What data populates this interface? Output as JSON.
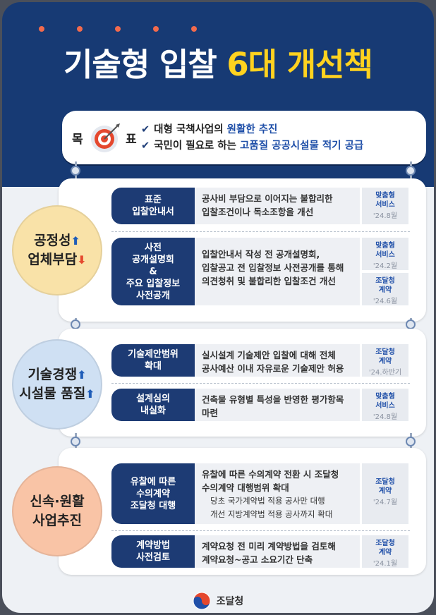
{
  "header": {
    "title_part1": "기술형 입찰",
    "title_part2": "6대 개선책"
  },
  "goal": {
    "label_left": "목",
    "label_right": "표",
    "line1_pre": "대형 국책사업의 ",
    "line1_em": "원활한 추진",
    "line2_pre": "국민이 필요로 하는 ",
    "line2_em": "고품질 공공시설물 적기 공급",
    "check": "✔"
  },
  "sections": [
    {
      "circle_line1": "공정성",
      "circle_line2": "업체부담",
      "items": [
        {
          "title": "표준\n입찰안내서",
          "desc": "공사비 부담으로 이어지는 불합리한\n입찰조건이나 독소조항을 개선",
          "tags": [
            {
              "label": "맞춤형\n서비스",
              "date": "'24.8월"
            }
          ]
        },
        {
          "title": "사전\n공개설명회\n&\n주요 입찰정보\n사전공개",
          "desc": "입찰안내서 작성 전 공개설명회,\n입찰공고 전 입찰정보 사전공개를 통해\n의견청취 및 불합리한 입찰조건 개선",
          "tags": [
            {
              "label": "맞춤형\n서비스",
              "date": "'24.2월"
            },
            {
              "label": "조달청\n계약",
              "date": "'24.6월"
            }
          ]
        }
      ]
    },
    {
      "circle_line1": "기술경쟁",
      "circle_line2": "시설물 품질",
      "items": [
        {
          "title": "기술제안범위\n확대",
          "desc": "실시설계 기술제안 입찰에 대해 전체\n공사예산 이내 자유로운 기술제안 허용",
          "tags": [
            {
              "label": "조달청\n계약",
              "date": "'24.하반기"
            }
          ]
        },
        {
          "title": "설계심의\n내실화",
          "desc": "건축물 유형별 특성을 반영한 평가항목\n마련",
          "tags": [
            {
              "label": "맞춤형\n서비스",
              "date": "'24.8월"
            }
          ]
        }
      ]
    },
    {
      "circle_line1": "신속·원활",
      "circle_line2": "사업추진",
      "items": [
        {
          "title": "유찰에 따른\n수의계약\n조달청 대행",
          "desc": "유찰에 따른 수의계약 전환 시 조달청\n수의계약 대행범위 확대",
          "sub1": "당초  국가계약법 적용 공사만 대행",
          "sub2": "개선  지방계약법 적용 공사까지 확대",
          "tags": [
            {
              "label": "조달청\n계약",
              "date": "'24.7월"
            }
          ]
        },
        {
          "title": "계약방법\n사전검토",
          "desc": "계약요청 전 미리 계약방법을 검토해\n계약요청~공고 소요기간 단축",
          "tags": [
            {
              "label": "조달청\n계약",
              "date": "'24.1월"
            }
          ]
        }
      ]
    }
  ],
  "arrows": {
    "up": "⬆",
    "down": "⬇"
  },
  "footer": {
    "org": "조달청"
  },
  "colors": {
    "navy": "#173a74",
    "accent_yellow": "#ffd21f",
    "accent_blue": "#1f4fa8",
    "accent_red": "#e5482e"
  }
}
